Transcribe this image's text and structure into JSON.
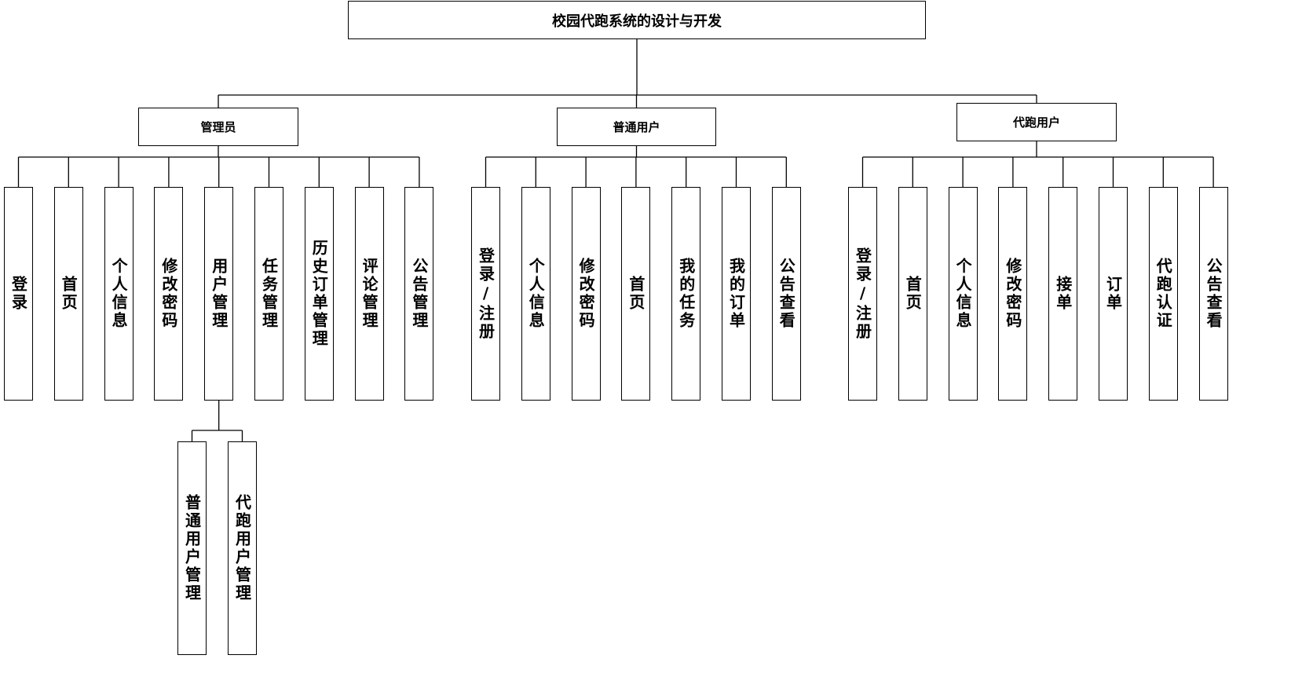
{
  "diagram": {
    "title": "校园代跑系统的设计与开发",
    "roles": [
      {
        "name": "管理员",
        "items": [
          {
            "label": "登录"
          },
          {
            "label": "首页"
          },
          {
            "label": "个人信息"
          },
          {
            "label": "修改密码"
          },
          {
            "label": "用户管理",
            "children": [
              {
                "label": "普通用户管理"
              },
              {
                "label": "代跑用户管理"
              }
            ]
          },
          {
            "label": "任务管理"
          },
          {
            "label": "历史订单管理"
          },
          {
            "label": "评论管理"
          },
          {
            "label": "公告管理"
          }
        ]
      },
      {
        "name": "普通用户",
        "items": [
          {
            "label": "登录/注册"
          },
          {
            "label": "个人信息"
          },
          {
            "label": "修改密码"
          },
          {
            "label": "首页"
          },
          {
            "label": "我的任务"
          },
          {
            "label": "我的订单"
          },
          {
            "label": "公告查看"
          }
        ]
      },
      {
        "name": "代跑用户",
        "items": [
          {
            "label": "登录/注册"
          },
          {
            "label": "首页"
          },
          {
            "label": "个人信息"
          },
          {
            "label": "修改密码"
          },
          {
            "label": "接单"
          },
          {
            "label": "订单"
          },
          {
            "label": "代跑认证"
          },
          {
            "label": "公告查看"
          }
        ]
      }
    ]
  }
}
